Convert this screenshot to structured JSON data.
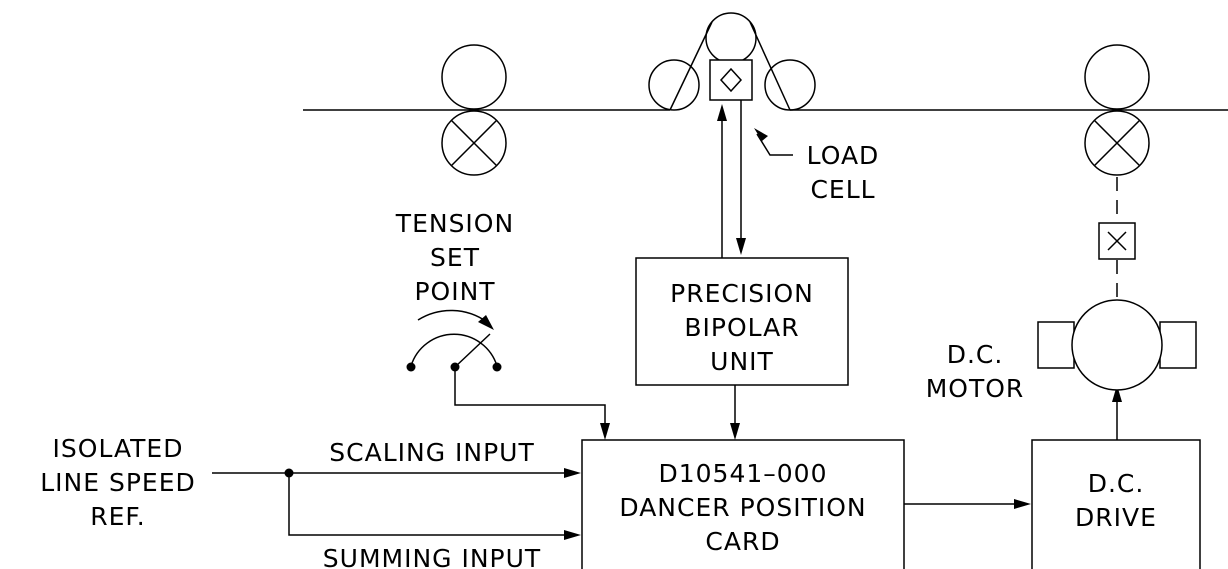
{
  "labels": {
    "load_cell_line1": "LOAD",
    "load_cell_line2": "CELL",
    "tension_line1": "TENSION",
    "tension_line2": "SET",
    "tension_line3": "POINT",
    "bipolar_line1": "PRECISION",
    "bipolar_line2": "BIPOLAR",
    "bipolar_line3": "UNIT",
    "motor_line1": "D.C.",
    "motor_line2": "MOTOR",
    "isolated_line1": "ISOLATED",
    "isolated_line2": "LINE SPEED",
    "isolated_line3": "REF.",
    "scaling_input": "SCALING INPUT",
    "summing_input": "SUMMING INPUT",
    "card_line1": "D10541–000",
    "card_line2": "DANCER POSITION",
    "card_line3": "CARD",
    "drive_line1": "D.C.",
    "drive_line2": "DRIVE"
  }
}
